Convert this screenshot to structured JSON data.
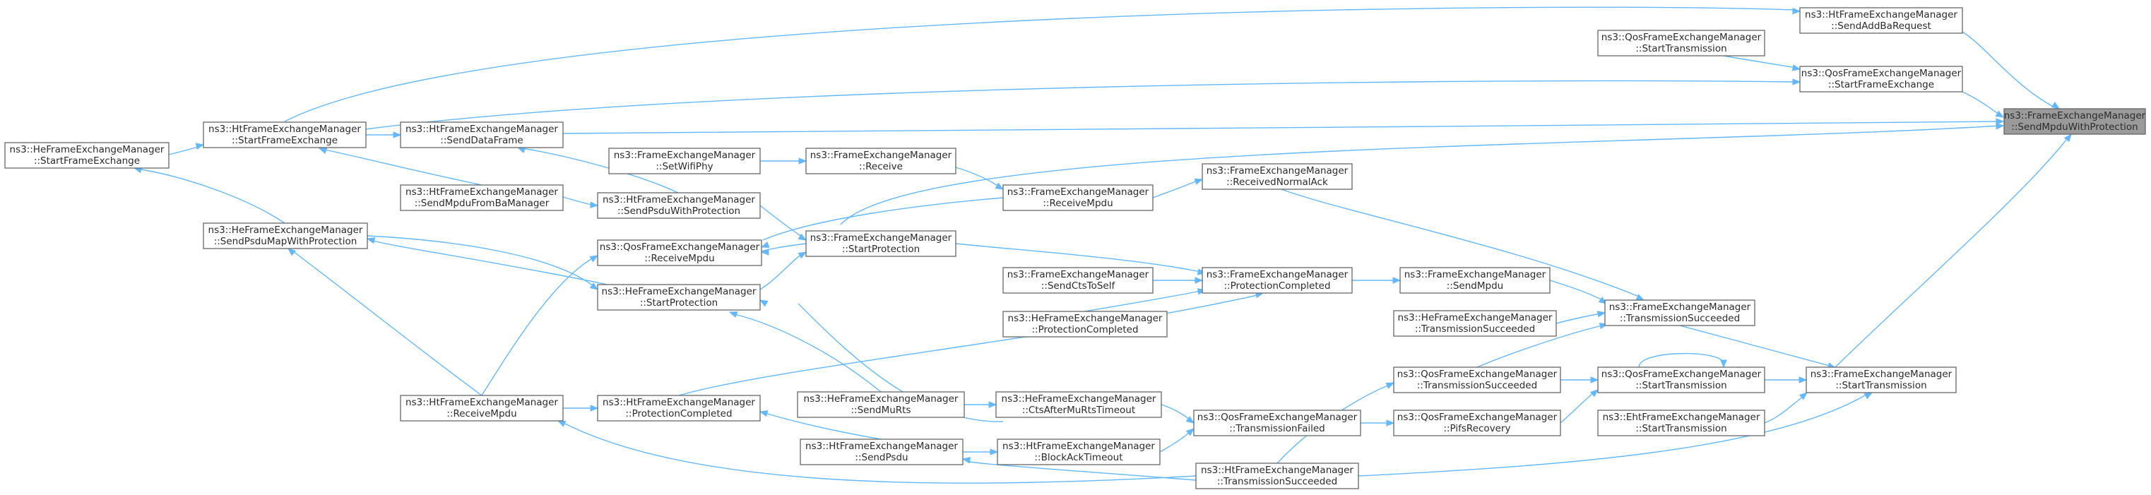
{
  "graph": {
    "nodes": {
      "n0": {
        "l1": "ns3::FrameExchangeManager",
        "l2": "::SendMpduWithProtection"
      },
      "n1": {
        "l1": "ns3::HtFrameExchangeManager",
        "l2": "::SendAddBaRequest"
      },
      "n2": {
        "l1": "ns3::HtFrameExchangeManager",
        "l2": "::StartFrameExchange"
      },
      "n3": {
        "l1": "ns3::HeFrameExchangeManager",
        "l2": "::StartFrameExchange"
      },
      "n4": {
        "l1": "ns3::QosFrameExchangeManager",
        "l2": "::StartFrameExchange"
      },
      "n5": {
        "l1": "ns3::QosFrameExchangeManager",
        "l2": "::StartTransmission"
      },
      "n6": {
        "l1": "ns3::HtFrameExchangeManager",
        "l2": "::SendDataFrame"
      },
      "n7": {
        "l1": "ns3::FrameExchangeManager",
        "l2": "::StartProtection"
      },
      "n8": {
        "l1": "ns3::HtFrameExchangeManager",
        "l2": "::SendPsduWithProtection"
      },
      "n9": {
        "l1": "ns3::HtFrameExchangeManager",
        "l2": "::SendMpduFromBaManager"
      },
      "n10": {
        "l1": "ns3::HeFrameExchangeManager",
        "l2": "::SendPsduMapWithProtection"
      },
      "n11": {
        "l1": "ns3::HeFrameExchangeManager",
        "l2": "::StartProtection"
      },
      "n12": {
        "l1": "ns3::FrameExchangeManager",
        "l2": "::SetWifiPhy"
      },
      "n13": {
        "l1": "ns3::FrameExchangeManager",
        "l2": "::Receive"
      },
      "n14": {
        "l1": "ns3::FrameExchangeManager",
        "l2": "::ReceiveMpdu"
      },
      "n15": {
        "l1": "ns3::QosFrameExchangeManager",
        "l2": "::ReceiveMpdu"
      },
      "n16": {
        "l1": "ns3::HtFrameExchangeManager",
        "l2": "::ReceiveMpdu"
      },
      "n17": {
        "l1": "ns3::FrameExchangeManager",
        "l2": "::ReceivedNormalAck"
      },
      "n18": {
        "l1": "ns3::FrameExchangeManager",
        "l2": "::SendCtsToSelf"
      },
      "n19": {
        "l1": "ns3::FrameExchangeManager",
        "l2": "::ProtectionCompleted"
      },
      "n20": {
        "l1": "ns3::HeFrameExchangeManager",
        "l2": "::ProtectionCompleted"
      },
      "n21": {
        "l1": "ns3::HtFrameExchangeManager",
        "l2": "::ProtectionCompleted"
      },
      "n22": {
        "l1": "ns3::HeFrameExchangeManager",
        "l2": "::SendMuRts"
      },
      "n23": {
        "l1": "ns3::HeFrameExchangeManager",
        "l2": "::CtsAfterMuRtsTimeout"
      },
      "n24": {
        "l1": "ns3::HtFrameExchangeManager",
        "l2": "::SendPsdu"
      },
      "n25": {
        "l1": "ns3::HtFrameExchangeManager",
        "l2": "::BlockAckTimeout"
      },
      "n26": {
        "l1": "ns3::QosFrameExchangeManager",
        "l2": "::TransmissionFailed"
      },
      "n27": {
        "l1": "ns3::HtFrameExchangeManager",
        "l2": "::TransmissionSucceeded"
      },
      "n28": {
        "l1": "ns3::FrameExchangeManager",
        "l2": "::SendMpdu"
      },
      "n29": {
        "l1": "ns3::HeFrameExchangeManager",
        "l2": "::TransmissionSucceeded"
      },
      "n30": {
        "l1": "ns3::FrameExchangeManager",
        "l2": "::TransmissionSucceeded"
      },
      "n31": {
        "l1": "ns3::QosFrameExchangeManager",
        "l2": "::TransmissionSucceeded"
      },
      "n32": {
        "l1": "ns3::QosFrameExchangeManager",
        "l2": "::PifsRecovery"
      },
      "n33": {
        "l1": "ns3::QosFrameExchangeManager",
        "l2": "::StartTransmission"
      },
      "n34": {
        "l1": "ns3::EhtFrameExchangeManager",
        "l2": "::StartTransmission"
      },
      "n35": {
        "l1": "ns3::FrameExchangeManager",
        "l2": "::StartTransmission"
      }
    }
  }
}
